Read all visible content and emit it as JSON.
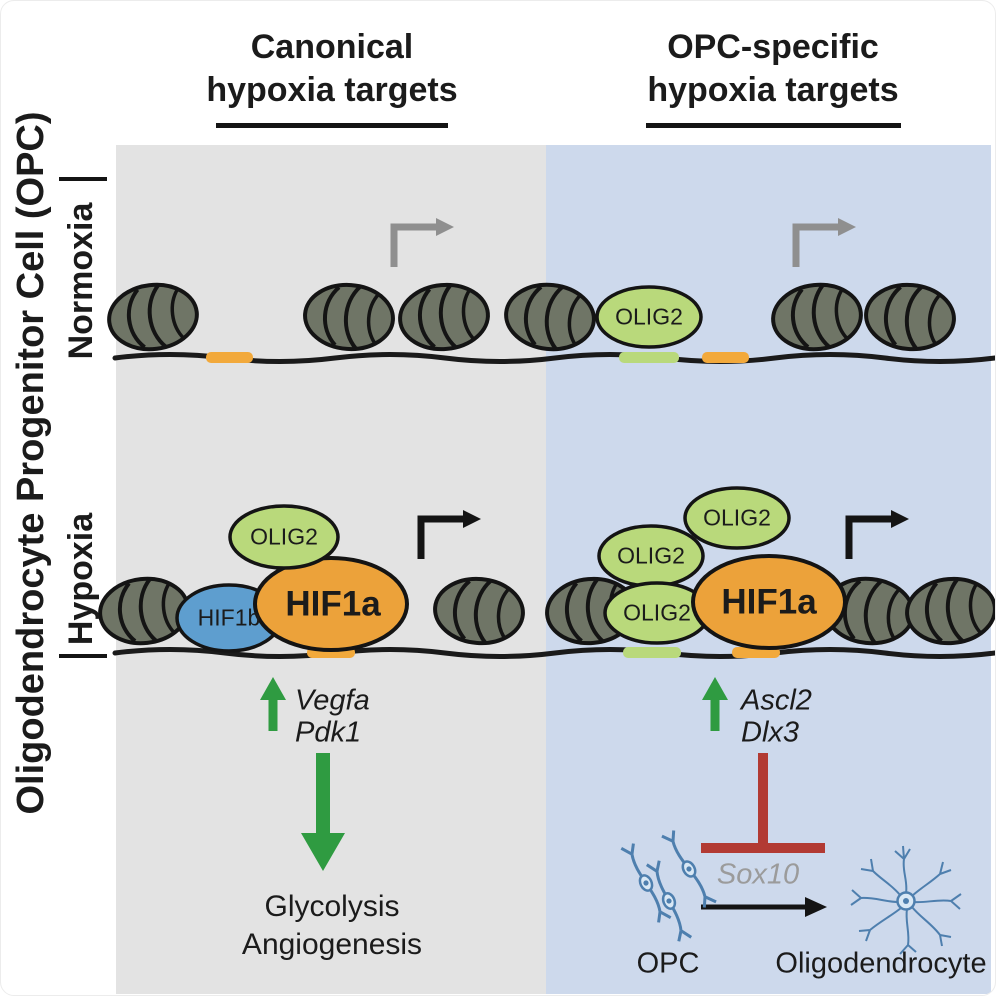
{
  "side_title": "Oligodendrocyte Progenitor Cell (OPC)",
  "columns": {
    "left": {
      "line1": "Canonical",
      "line2": "hypoxia targets"
    },
    "right": {
      "line1": "OPC-specific",
      "line2": "hypoxia targets"
    }
  },
  "rows": {
    "normoxia": "Normoxia",
    "hypoxia": "Hypoxia"
  },
  "molecules": {
    "olig2": "OLIG2",
    "hif1a": "HIF1a",
    "hif1b": "HIF1b"
  },
  "canonical": {
    "genes": [
      "Vegfa",
      "Pdk1"
    ],
    "outcomes": [
      "Glycolysis",
      "Angiogenesis"
    ]
  },
  "opc_specific": {
    "genes": [
      "Ascl2",
      "Dlx3"
    ],
    "repressed_gene": "Sox10",
    "start_cell": "OPC",
    "end_cell": "Oligodendrocyte"
  },
  "colors": {
    "panel_gray": "#e3e3e3",
    "panel_blue": "#cdd9ec",
    "olig2_green": "#b9d97b",
    "hif1a_orange": "#eca23a",
    "hif1b_blue": "#5e9ecf",
    "nucleosome": "#6f7566",
    "enhancer_orange": "#f2a93b",
    "enhancer_green": "#b9d97b",
    "arrow_green": "#2f9b41",
    "inhibition_red": "#b23a33",
    "promoter_gray": "#8f8f8f",
    "cell_blue": "#4e7fae",
    "sox10_gray": "#9b9b9b"
  }
}
